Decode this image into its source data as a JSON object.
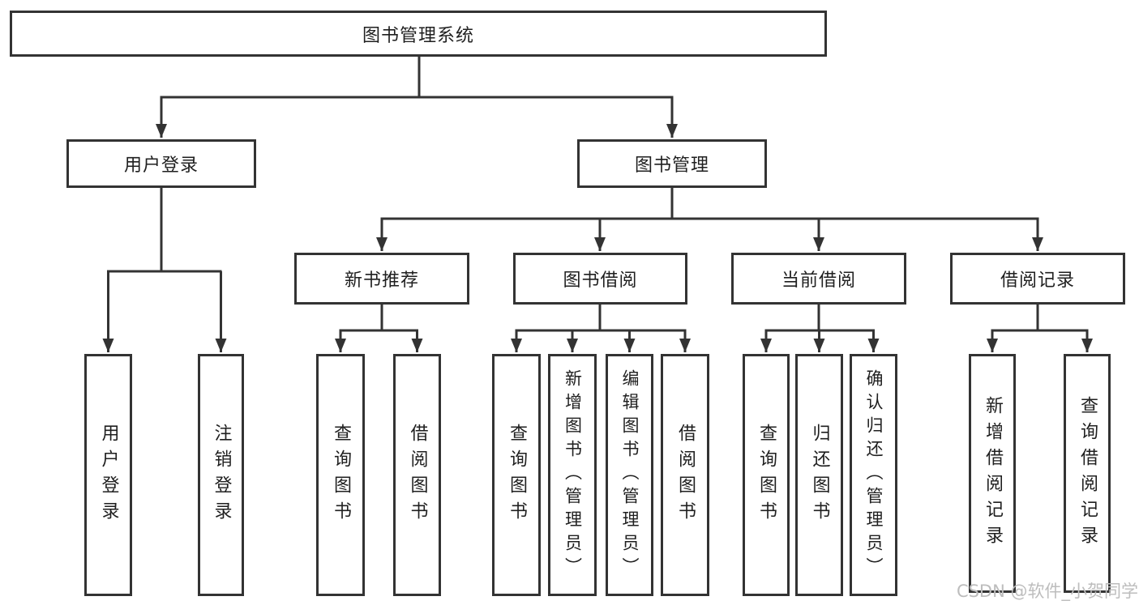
{
  "diagram": {
    "type": "hierarchy-tree",
    "line_color": "#333333",
    "box_border_color": "#333333",
    "background_color": "#ffffff",
    "watermark": "CSDN @软件_小贺同学",
    "tree": {
      "label": "图书管理系统",
      "children": [
        {
          "label": "用户登录",
          "children": [
            {
              "label": "用户登录"
            },
            {
              "label": "注销登录"
            }
          ]
        },
        {
          "label": "图书管理",
          "children": [
            {
              "label": "新书推荐",
              "children": [
                {
                  "label": "查询图书"
                },
                {
                  "label": "借阅图书"
                }
              ]
            },
            {
              "label": "图书借阅",
              "children": [
                {
                  "label": "查询图书"
                },
                {
                  "label": "新增图书（管理员）"
                },
                {
                  "label": "编辑图书（管理员）"
                },
                {
                  "label": "借阅图书"
                }
              ]
            },
            {
              "label": "当前借阅",
              "children": [
                {
                  "label": "查询图书"
                },
                {
                  "label": "归还图书"
                },
                {
                  "label": "确认归还（管理员）"
                }
              ]
            },
            {
              "label": "借阅记录",
              "children": [
                {
                  "label": "新增借阅记录"
                },
                {
                  "label": "查询借阅记录"
                }
              ]
            }
          ]
        }
      ]
    }
  }
}
